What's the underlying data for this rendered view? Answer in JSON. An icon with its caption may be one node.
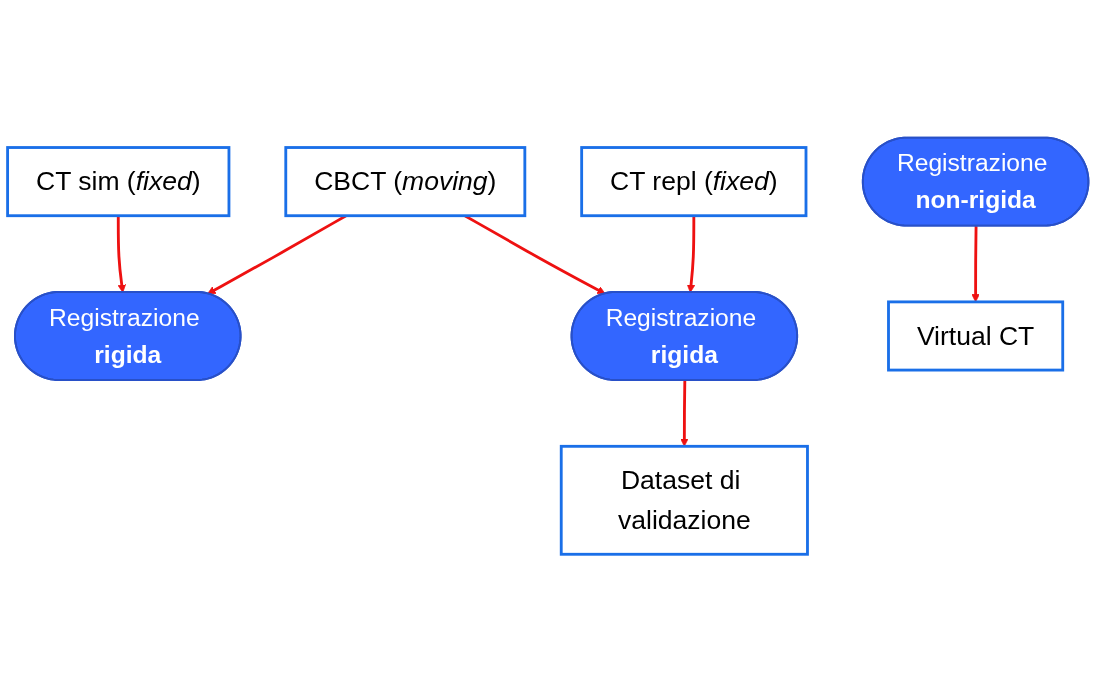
{
  "diagram": {
    "nodes": [
      {
        "text": [
          "CT sim (*fixed*)"
        ]
      },
      {
        "text": [
          "CBCT (*moving*)"
        ]
      },
      {
        "text": [
          "CT repl (*fixed*)"
        ]
      },
      {
        "text": [
          "Registrazione **rigida**"
        ]
      },
      {
        "text": [
          "Registrazione **non-rigida**"
        ]
      },
      {
        "text": [
          "Registrazione **rigida**"
        ]
      },
      {
        "text": [
          "Virtual CT"
        ]
      },
      {
        "text": [
          "Dataset di validazione"
        ]
      }
    ],
    "edges": [
      {
        "from": 0,
        "to": 3,
        "arrow": "to"
      },
      {
        "from": 1,
        "to": 3,
        "arrow": "to"
      },
      {
        "from": 1,
        "to": 5,
        "arrow": "to"
      },
      {
        "from": 2,
        "to": 5,
        "arrow": "to"
      },
      {
        "from": 4,
        "to": 6,
        "arrow": "to"
      },
      {
        "from": 5,
        "to": 7,
        "arrow": "to"
      }
    ]
  }
}
